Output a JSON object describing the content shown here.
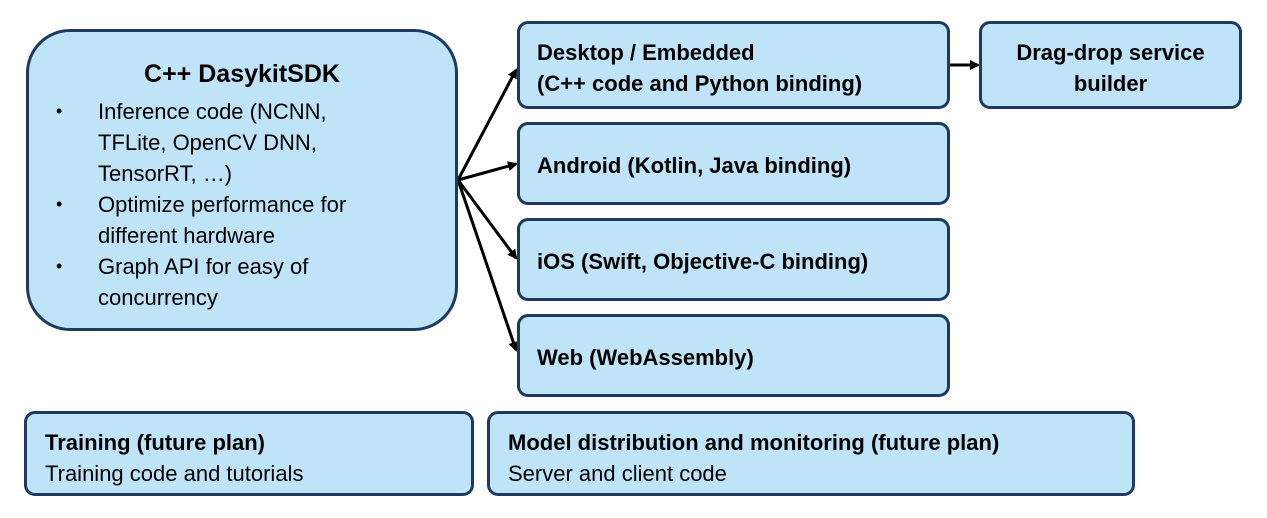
{
  "sdk": {
    "title": "C++ DasykitSDK",
    "bullets": [
      {
        "symbol": "•",
        "lines": [
          "Inference code (NCNN,",
          "TFLite, OpenCV DNN,",
          "TensorRT, …)"
        ]
      },
      {
        "symbol": "•",
        "lines": [
          "Optimize performance for",
          "different hardware"
        ]
      },
      {
        "symbol": "•",
        "lines": [
          "Graph API for easy of",
          "concurrency"
        ]
      }
    ]
  },
  "platforms": {
    "desktop": {
      "line1": "Desktop / Embedded",
      "line2": "(C++ code and Python binding)"
    },
    "android": {
      "label": "Android (Kotlin, Java binding)"
    },
    "ios": {
      "label": "iOS (Swift, Objective-C binding)"
    },
    "web": {
      "label": "Web (WebAssembly)"
    }
  },
  "dragdrop": {
    "line1": "Drag-drop service",
    "line2": "builder"
  },
  "training": {
    "title": "Training (future plan)",
    "subtitle": "Training code and tutorials"
  },
  "model": {
    "title": "Model distribution and monitoring (future plan)",
    "subtitle": "Server and client code"
  },
  "colors": {
    "box_fill": "#bfe4f8",
    "box_border": "#1f3a5f",
    "arrow": "#000000"
  }
}
